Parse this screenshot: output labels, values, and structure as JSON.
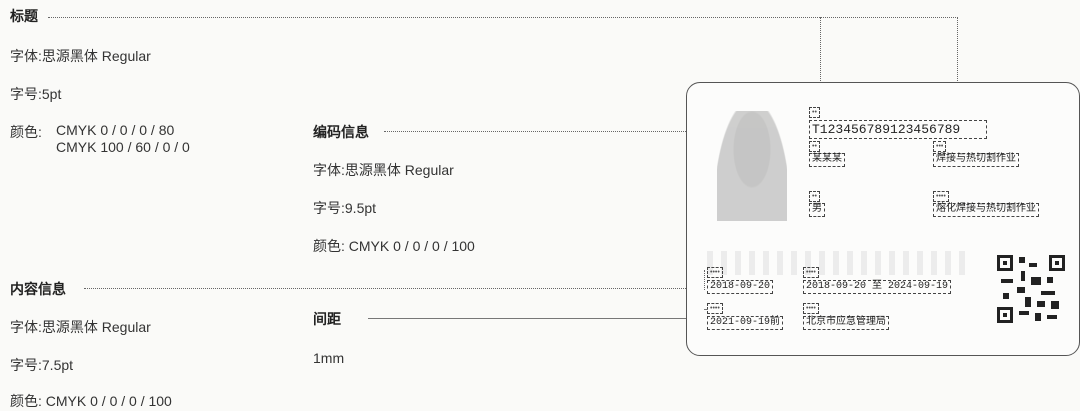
{
  "title_section": {
    "heading": "标题",
    "font": "字体:思源黑体 Regular",
    "size": "字号:5pt",
    "color_label": "颜色:",
    "color_1": "CMYK 0 / 0 / 0 / 80",
    "color_2": "CMYK 100 / 60 / 0 / 0"
  },
  "code_section": {
    "heading": "编码信息",
    "font": "字体:思源黑体 Regular",
    "size": "字号:9.5pt",
    "color": "颜色:  CMYK 0 / 0 / 0 / 100"
  },
  "content_section": {
    "heading": "内容信息",
    "font": "字体:思源黑体 Regular",
    "size": "字号:7.5pt",
    "color": "颜色:  CMYK 0 / 0 / 0 / 100"
  },
  "spacing_section": {
    "heading": "间距",
    "value": "1mm"
  },
  "card": {
    "code_number": "T123456789123456789",
    "name": "某某某",
    "gender": "男",
    "job_type": "焊接与热切割作业",
    "job_item": "熔化焊接与热切割作业",
    "first_issue": "2018-09-20",
    "valid_from": "2018-09-20",
    "valid_sep": "至",
    "valid_to": "2024-09-19",
    "review_date": "2021-09-19前",
    "authority": "北京市应急管理局"
  }
}
